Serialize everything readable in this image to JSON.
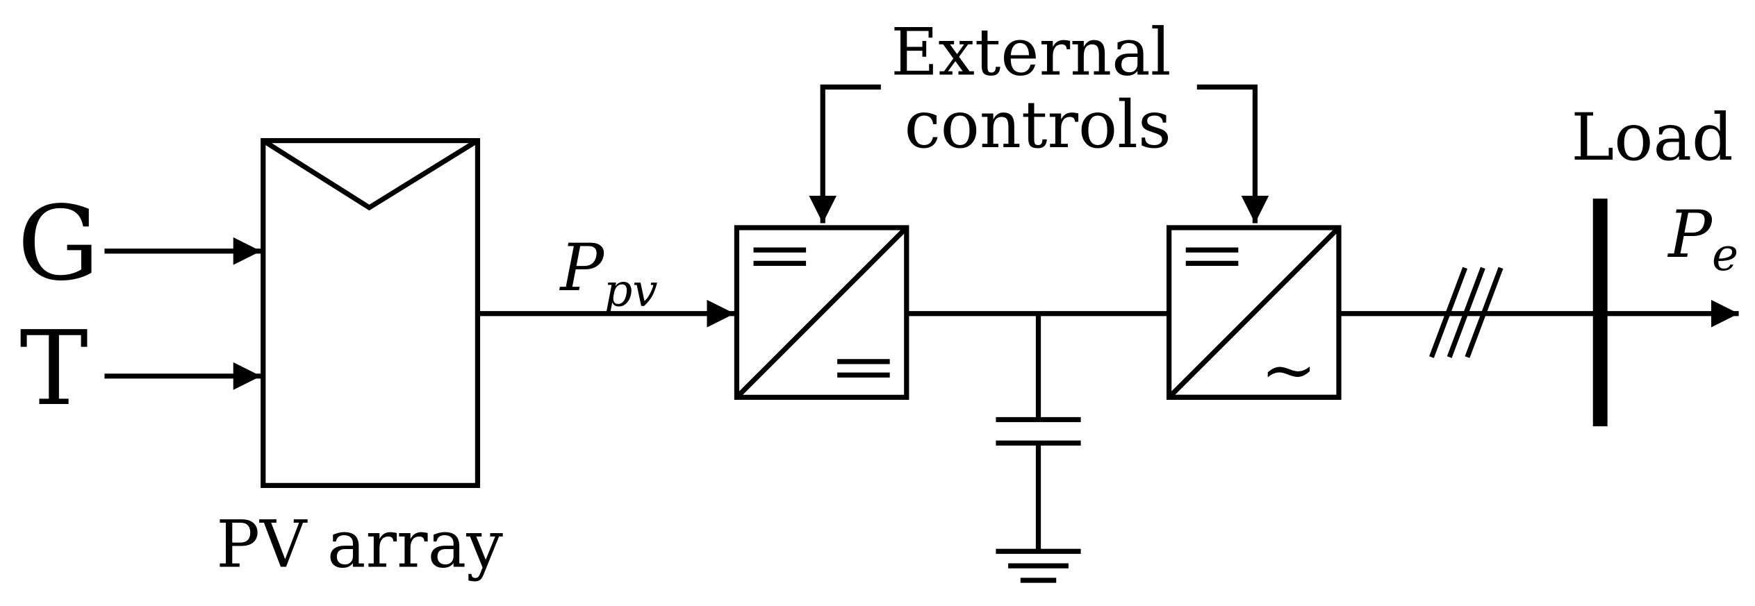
{
  "diagram": {
    "inputs": {
      "irradiance": "G",
      "temperature": "T"
    },
    "pv_array_label": "PV array",
    "power_pv": {
      "symbol": "P",
      "subscript": "pv"
    },
    "external_controls": {
      "line1": "External",
      "line2": "controls"
    },
    "load_label": "Load",
    "power_e": {
      "symbol": "P",
      "subscript": "e"
    },
    "inverter_output_symbol": "~"
  }
}
